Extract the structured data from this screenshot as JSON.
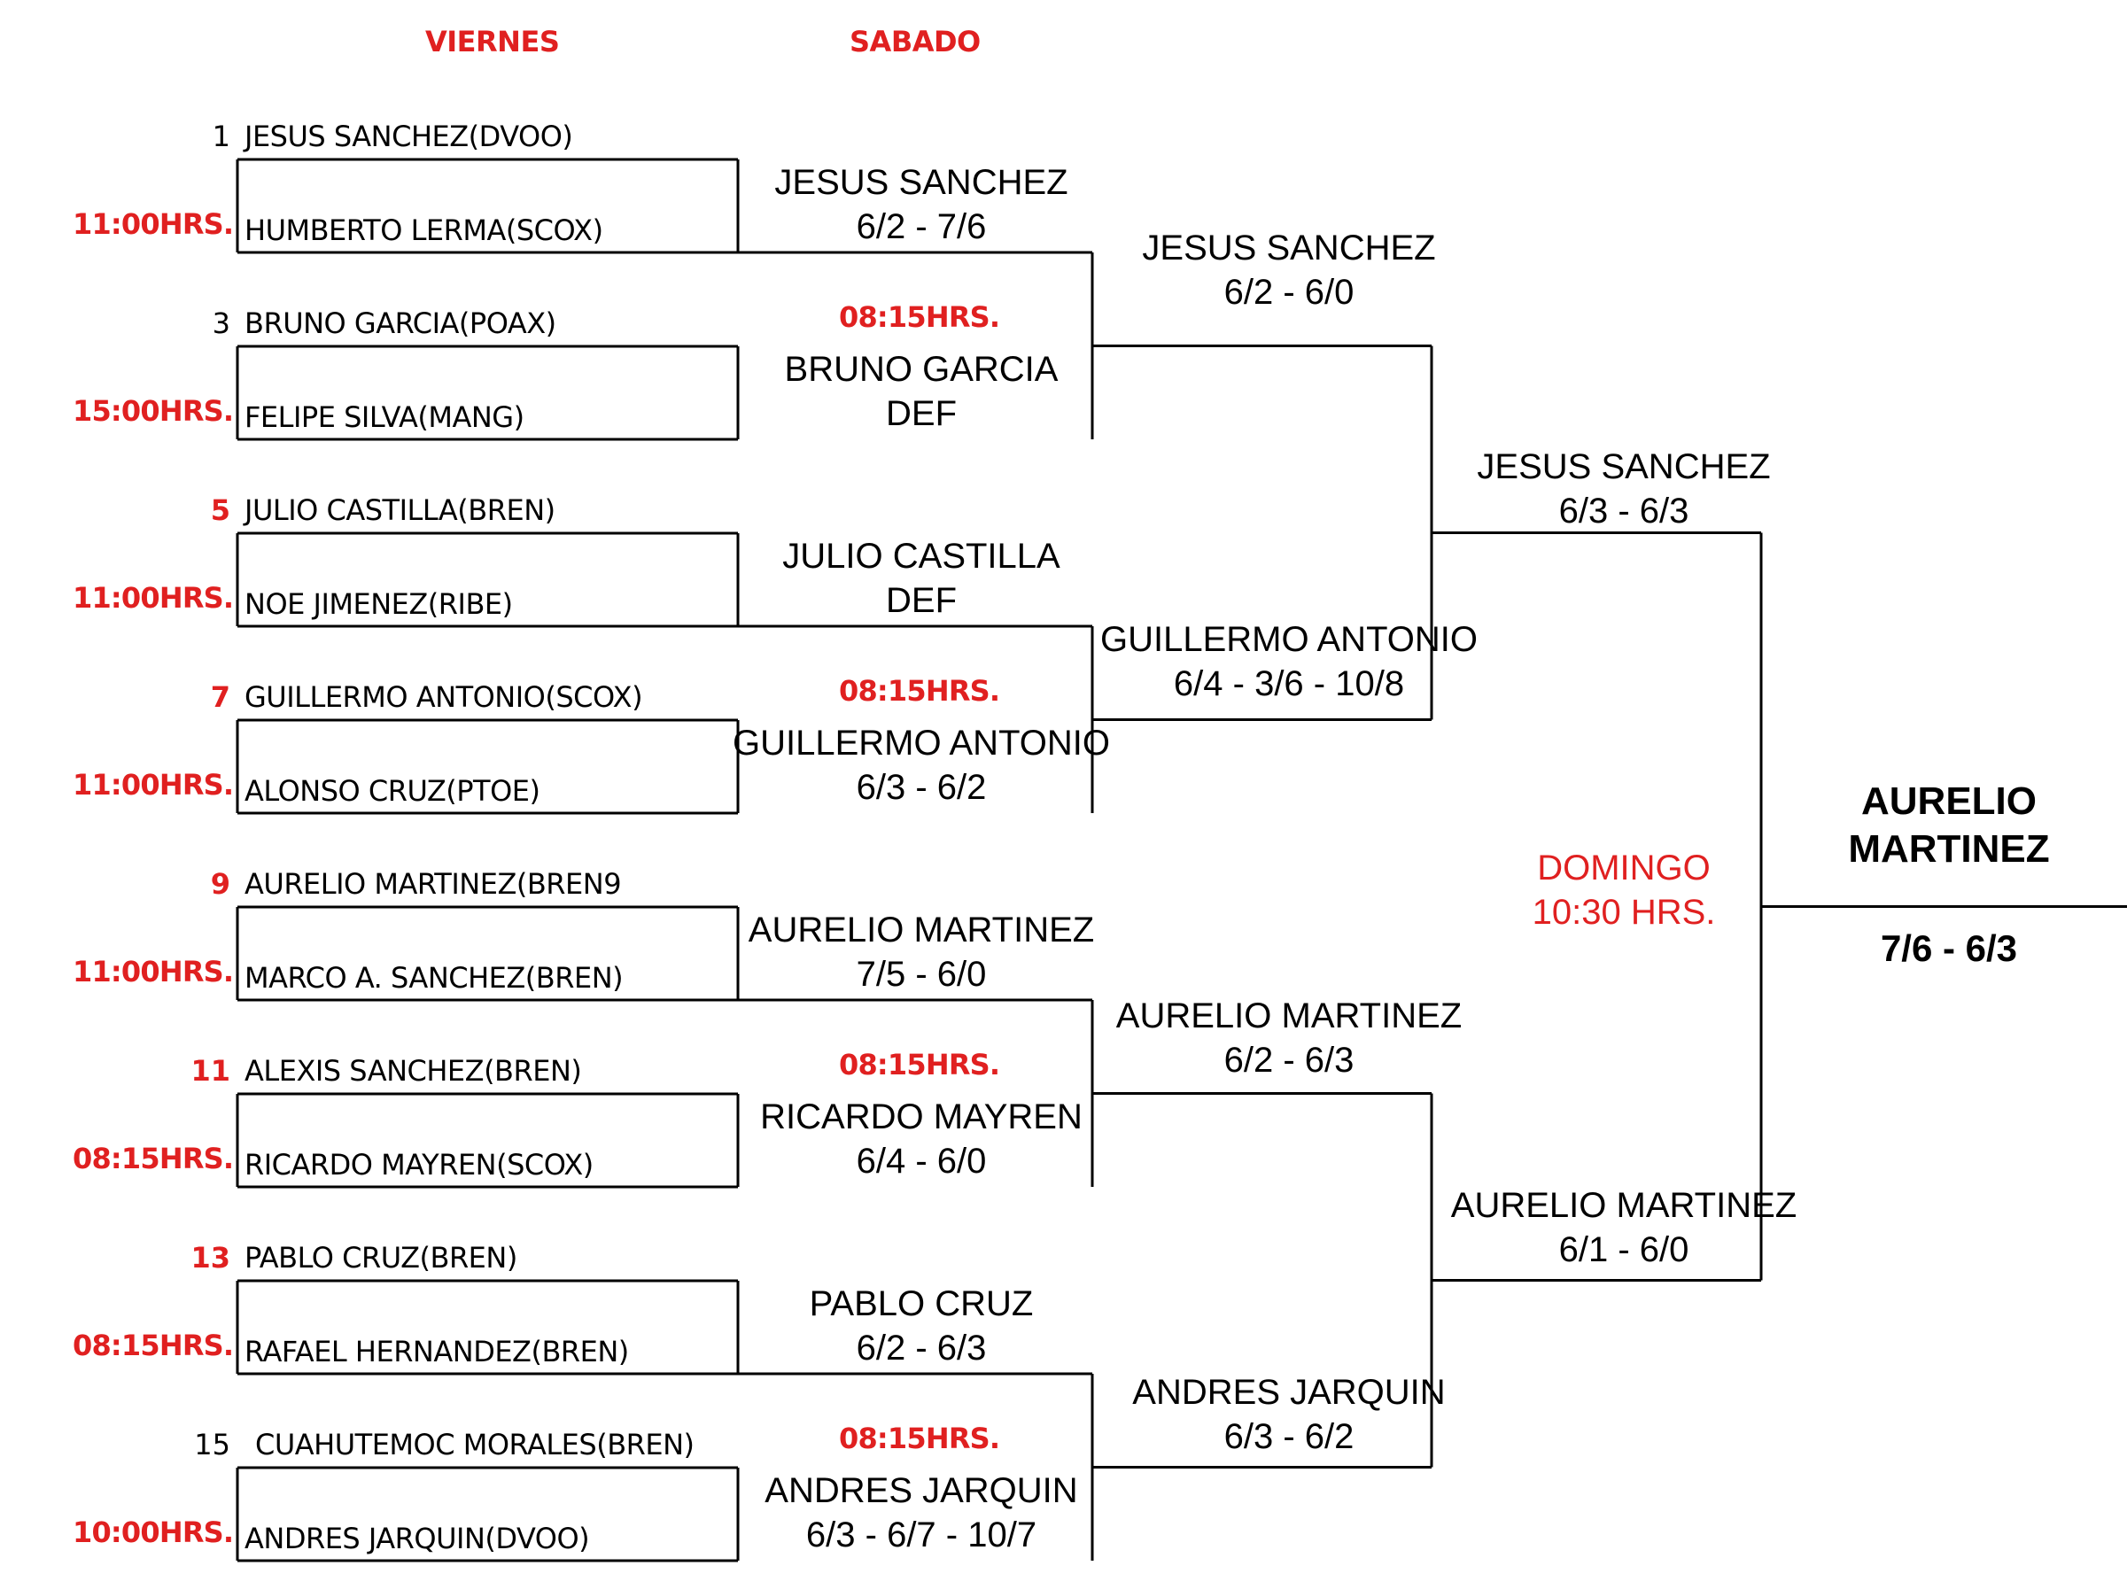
{
  "headers": {
    "day1": "VIERNES",
    "day2": "SABADO"
  },
  "round1": [
    {
      "top_seed": "1",
      "top_seed_red": false,
      "top": "JESUS SANCHEZ(DVOO)",
      "bottom": "HUMBERTO LERMA(SCOX)",
      "time": "11:00HRS."
    },
    {
      "top_seed": "3",
      "top_seed_red": false,
      "top": "BRUNO GARCIA(POAX)",
      "bottom": "FELIPE SILVA(MANG)",
      "time": "15:00HRS."
    },
    {
      "top_seed": "5",
      "top_seed_red": true,
      "top": "JULIO CASTILLA(BREN)",
      "bottom": "NOE JIMENEZ(RIBE)",
      "time": "11:00HRS."
    },
    {
      "top_seed": "7",
      "top_seed_red": true,
      "top": "GUILLERMO ANTONIO(SCOX)",
      "bottom": "ALONSO CRUZ(PTOE)",
      "time": "11:00HRS."
    },
    {
      "top_seed": "9",
      "top_seed_red": true,
      "top": "AURELIO MARTINEZ(BREN9",
      "bottom": "MARCO A. SANCHEZ(BREN)",
      "time": "11:00HRS."
    },
    {
      "top_seed": "11",
      "top_seed_red": true,
      "top": "ALEXIS SANCHEZ(BREN)",
      "bottom": "RICARDO MAYREN(SCOX)",
      "time": "08:15HRS."
    },
    {
      "top_seed": "13",
      "top_seed_red": true,
      "top": "PABLO CRUZ(BREN)",
      "bottom": "RAFAEL HERNANDEZ(BREN)",
      "time": "08:15HRS."
    },
    {
      "top_seed": "15",
      "top_seed_red": false,
      "top": "CUAHUTEMOC MORALES(BREN)",
      "bottom": "ANDRES JARQUIN(DVOO)",
      "time": "10:00HRS."
    }
  ],
  "round2_results": [
    {
      "winner": "JESUS SANCHEZ",
      "score": "6/2  - 7/6"
    },
    {
      "winner": "BRUNO GARCIA",
      "score": "DEF"
    },
    {
      "winner": "JULIO CASTILLA",
      "score": "DEF"
    },
    {
      "winner": "GUILLERMO ANTONIO",
      "score": "6/3 - 6/2"
    },
    {
      "winner": "AURELIO MARTINEZ",
      "score": "7/5 - 6/0"
    },
    {
      "winner": "RICARDO MAYREN",
      "score": "6/4 - 6/0"
    },
    {
      "winner": "PABLO CRUZ",
      "score": "6/2 - 6/3"
    },
    {
      "winner": "ANDRES JARQUIN",
      "score": "6/3 - 6/7 - 10/7"
    }
  ],
  "round2_times": [
    "08:15HRS.",
    "08:15HRS.",
    "08:15HRS.",
    "08:15HRS."
  ],
  "round3_results": [
    {
      "winner": "JESUS SANCHEZ",
      "score": "6/2  -  6/0"
    },
    {
      "winner": "GUILLERMO ANTONIO",
      "score": "6/4  -  3/6  -  10/8"
    },
    {
      "winner": "AURELIO MARTINEZ",
      "score": "6/2   -  6/3"
    },
    {
      "winner": "ANDRES JARQUIN",
      "score": "6/3  -  6/2"
    }
  ],
  "semifinal_results": [
    {
      "winner": "JESUS SANCHEZ",
      "score": "6/3  -  6/3"
    },
    {
      "winner": "AURELIO MARTINEZ",
      "score": "6/1  -  6/0"
    }
  ],
  "final": {
    "day": "DOMINGO",
    "time": "10:30 HRS.",
    "champion_line1": "AURELIO",
    "champion_line2": "MARTINEZ",
    "score": "7/6 - 6/3"
  },
  "colors": {
    "accent_red": "#e02020",
    "line": "#000000"
  }
}
